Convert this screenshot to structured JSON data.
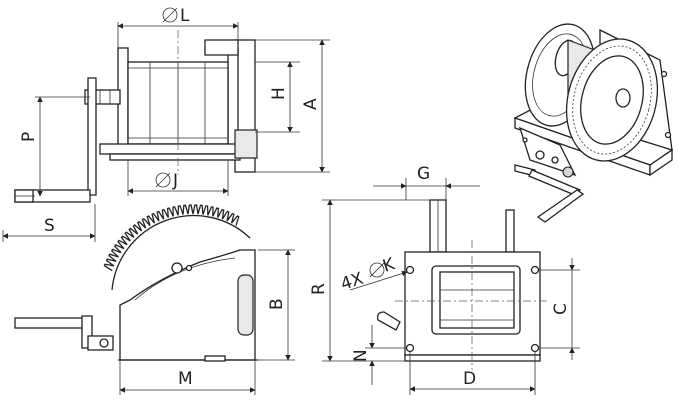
{
  "labels": {
    "L": "L",
    "H": "H",
    "A": "A",
    "P": "P",
    "J": "J",
    "S": "S",
    "G": "G",
    "R": "R",
    "K": "4X",
    "B": "B",
    "C": "C",
    "N": "N",
    "M": "M",
    "D": "D",
    "K_letter": "K"
  },
  "colors": {
    "line": "#222222",
    "shade": "#e9e9e9",
    "background": "#ffffff"
  },
  "symbols": {
    "diameter": "diameter-symbol"
  }
}
